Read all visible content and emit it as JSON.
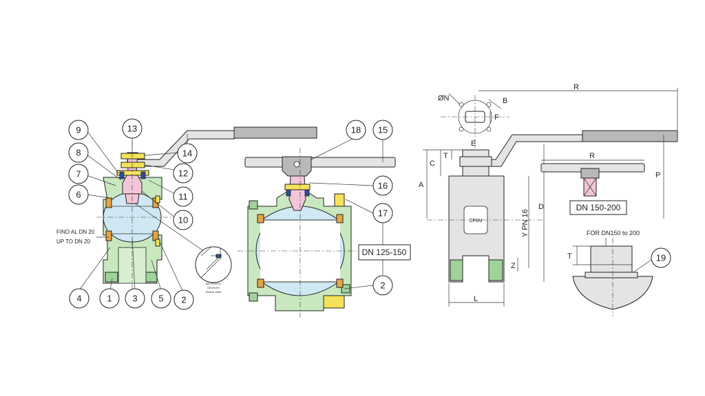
{
  "callouts": {
    "c1": "1",
    "c2": "2",
    "c3": "3",
    "c4": "4",
    "c5": "5",
    "c6": "6",
    "c7": "7",
    "c8": "8",
    "c9": "9",
    "c10": "10",
    "c11": "11",
    "c12": "12",
    "c13": "13",
    "c14": "14",
    "c15": "15",
    "c16": "16",
    "c17": "17",
    "c18": "18",
    "c2b": "2",
    "c19": "19"
  },
  "notes": {
    "fino_al": "FINO AL DN 20",
    "up_to": "UP TO DN 20",
    "antistatic_1": "ANTISTATIC",
    "antistatic_2": "DEVICES",
    "antistatic_3": "Built-in relief",
    "dn125_150": "DN 125-150",
    "dn150_200": "DN 150-200",
    "for_dn": "FOR DN150 to 200",
    "body_mark": "CF8M",
    "pn_mark": "Y PN 16"
  },
  "dimensions": {
    "R_top": "R",
    "R_small": "R",
    "phiN": "ØN",
    "B": "B",
    "F": "F",
    "E": "E",
    "C": "C",
    "T_top": "T",
    "A": "A",
    "P": "P",
    "D": "D",
    "Z": "Z",
    "L": "L",
    "T_detail": "T"
  },
  "colors": {
    "body_green": "#c9e8c0",
    "ball_blue": "#cfe8f3",
    "stem_pink": "#f2c6d8",
    "gland_yellow": "#f4e25a",
    "seat_orange": "#e8a444",
    "handle_grey": "#b9b9b9"
  }
}
